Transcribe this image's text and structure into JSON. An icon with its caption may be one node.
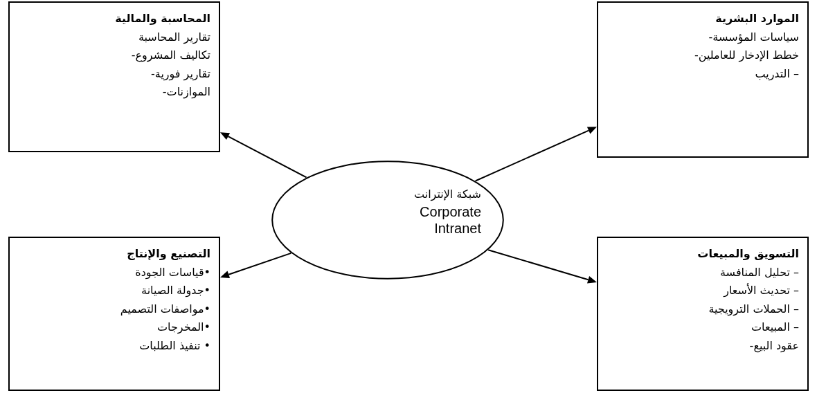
{
  "diagram": {
    "nodes": [
      {
        "text": [
          "المحاسبة والمالية",
          "تقارير المحاسبة",
          "تكاليف المشروع-",
          "تقارير فورية-",
          "الموازنات-"
        ]
      },
      {
        "text": [
          "الموارد البشرية",
          "سياسات المؤسسة-",
          "خطط الإدخار للعاملين-",
          "– التدريب"
        ]
      },
      {
        "text": [
          "شبكة الإنترانت",
          "Corporate Intranet"
        ]
      },
      {
        "text": [
          "التصنيع والإنتاج",
          "•قياسات الجودة",
          "•جدولة الصيانة",
          "•مواصفات التصميم",
          "•المخرجات",
          "• تنفيذ الطلبات"
        ]
      },
      {
        "text": [
          "التسويق والمبيعات",
          "– تحليل المنافسة",
          "– تحديث الأسعار",
          "– الحملات الترويجية",
          "– المبيعات",
          "عقود البيع-"
        ]
      }
    ],
    "edges": [
      {
        "from": 2,
        "to": 0,
        "arrow": "to"
      },
      {
        "from": 2,
        "to": 1,
        "arrow": "to"
      },
      {
        "from": 2,
        "to": 3,
        "arrow": "to"
      },
      {
        "from": 2,
        "to": 4,
        "arrow": "to"
      }
    ]
  }
}
